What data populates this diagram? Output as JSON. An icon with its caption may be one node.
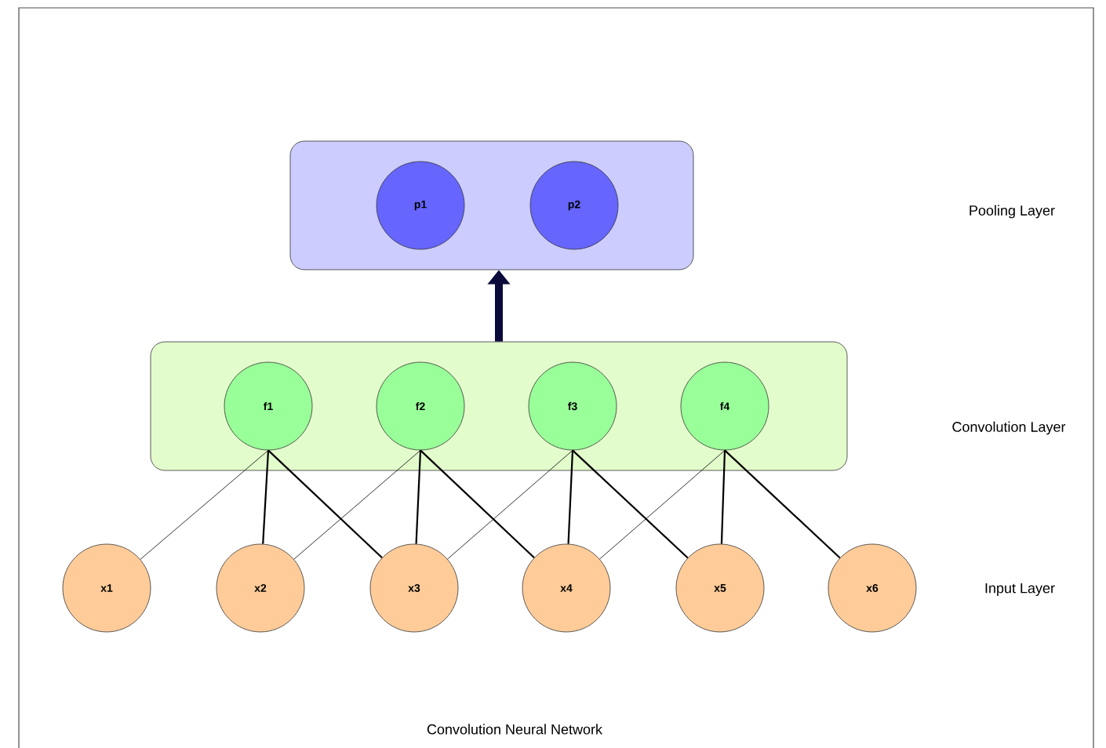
{
  "diagram": {
    "caption": "Convolution Neural Network",
    "nodes": [
      {
        "text": [],
        "shape": "box"
      },
      {
        "text": [
          "p1"
        ],
        "in": 0
      },
      {
        "text": [
          "p2"
        ],
        "in": 0
      },
      {
        "text": [],
        "shape": "box"
      },
      {
        "text": [
          "f1"
        ],
        "in": 3
      },
      {
        "text": [
          "f2"
        ],
        "in": 3
      },
      {
        "text": [
          "f3"
        ],
        "in": 3
      },
      {
        "text": [
          "f4"
        ],
        "in": 3
      },
      {
        "text": [
          "x1"
        ]
      },
      {
        "text": [
          "x2"
        ]
      },
      {
        "text": [
          "x3"
        ]
      },
      {
        "text": [
          "x4"
        ]
      },
      {
        "text": [
          "x5"
        ]
      },
      {
        "text": [
          "x6"
        ]
      }
    ],
    "edges": [
      {
        "from": 3,
        "to": 0,
        "arrow": "to",
        "style": "thick",
        "color": "#0b0b3b"
      },
      {
        "from": 4,
        "to": 8,
        "arrow": "none"
      },
      {
        "from": 4,
        "to": 9,
        "arrow": "none"
      },
      {
        "from": 4,
        "to": 10,
        "arrow": "none"
      },
      {
        "from": 5,
        "to": 9,
        "arrow": "none"
      },
      {
        "from": 5,
        "to": 10,
        "arrow": "none"
      },
      {
        "from": 5,
        "to": 11,
        "arrow": "none"
      },
      {
        "from": 6,
        "to": 10,
        "arrow": "none"
      },
      {
        "from": 6,
        "to": 11,
        "arrow": "none"
      },
      {
        "from": 6,
        "to": 12,
        "arrow": "none"
      },
      {
        "from": 7,
        "to": 11,
        "arrow": "none"
      },
      {
        "from": 7,
        "to": 12,
        "arrow": "none"
      },
      {
        "from": 7,
        "to": 13,
        "arrow": "none"
      }
    ],
    "labels": [
      "Pooling Layer",
      "Convolution Layer",
      "Input Layer"
    ]
  }
}
